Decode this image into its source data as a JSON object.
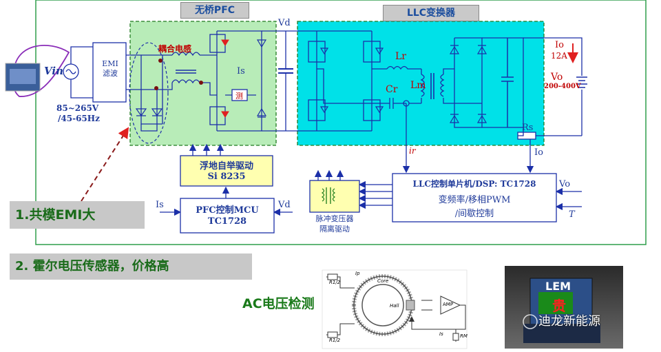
{
  "titles": {
    "pfc": "无桥PFC",
    "llc": "LLC变换器"
  },
  "input": {
    "vin": "Vin",
    "emi": "EMI\n滤波",
    "emi_line1": "EMI",
    "emi_line2": "滤波",
    "range_v": "85~265V",
    "range_hz": "/45-65Hz"
  },
  "pfc": {
    "coupled_inductor": "耦合电感",
    "is": "Is",
    "sense": "测",
    "vd": "Vd"
  },
  "llc": {
    "lr": "Lr",
    "cr": "Cr",
    "lm": "Lm",
    "ir": "ir",
    "rs": "Rs",
    "io_out": "Io",
    "io_value": "12A",
    "vo": "Vo",
    "vo_range": "200-400V",
    "io_fb": "Io"
  },
  "blocks": {
    "floating_driver": {
      "line1": "浮地自举驱动",
      "line2": "Si 8235"
    },
    "pfc_mcu": {
      "line1": "PFC控制MCU",
      "line2": "TC1728",
      "in_left": "Is",
      "in_right": "Vd"
    },
    "pulse_xfmr": {
      "line1": "脉冲变压器",
      "line2": "隔离驱动"
    },
    "llc_ctrl": {
      "line1": "LLC控制单片机/DSP: TC1728",
      "line2": "变频率/移相PWM",
      "line3": "/间歇控制",
      "in_vo": "Vo",
      "in_t": "T"
    }
  },
  "callouts": {
    "c1": "1.共模EMI大",
    "c2": "2. 霍尔电压传感器，价格高"
  },
  "ac_label": "AC电压检测",
  "hall": {
    "ip": "Ip",
    "r1a": "R1/2",
    "r1b": "R1/2",
    "core": "Core",
    "hall": "Hall",
    "amp": "AMP",
    "is": "Is",
    "rm": "RM"
  },
  "photo": {
    "lem": "LEM",
    "badge": "贵"
  },
  "watermark": "迪龙新能源",
  "colors": {
    "pfc_fill": "#b8ecb8",
    "llc_fill": "#00e1e8",
    "frame": "#2e9e4a",
    "wire": "#1b2fa8",
    "accent_red": "#e02020"
  }
}
